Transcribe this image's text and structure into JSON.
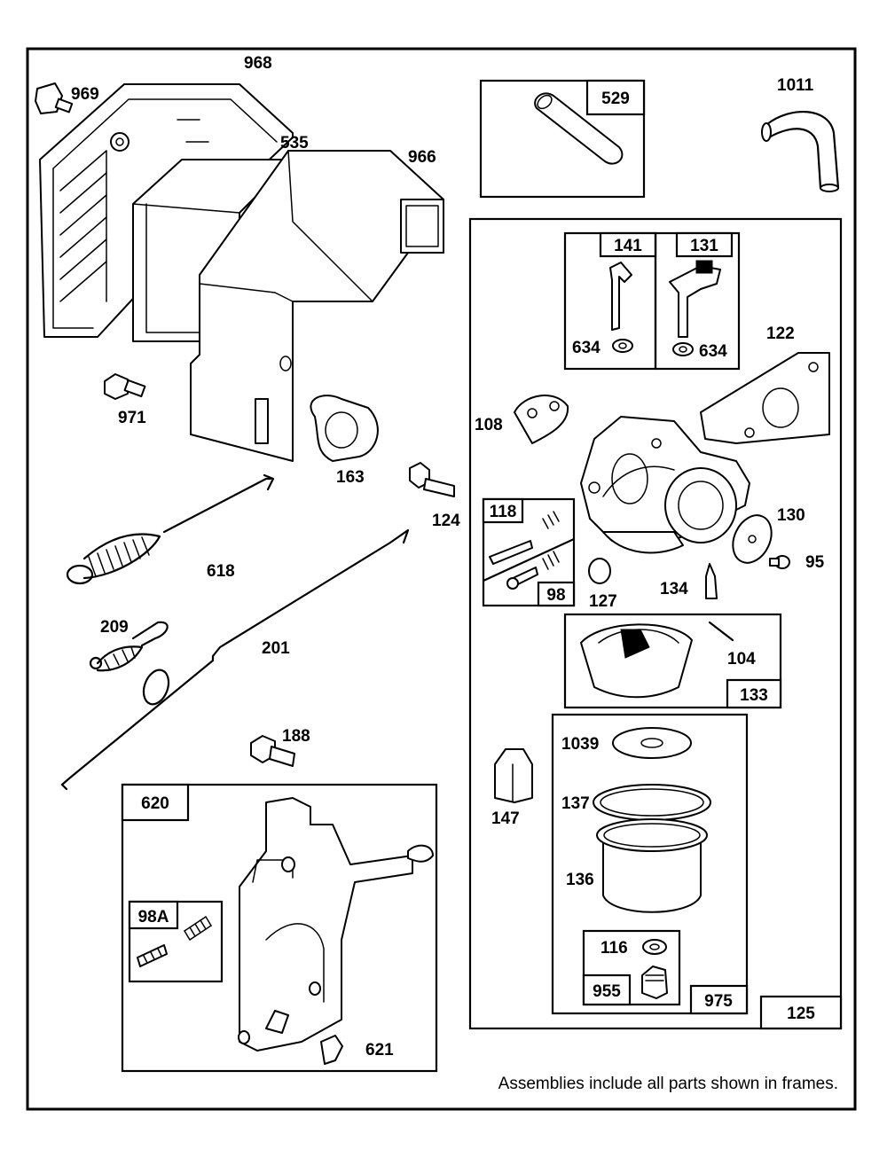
{
  "labels": {
    "p968": "968",
    "p969": "969",
    "p535": "535",
    "p966": "966",
    "p529": "529",
    "p1011": "1011",
    "p971": "971",
    "p163": "163",
    "p124": "124",
    "p618": "618",
    "p209": "209",
    "p201": "201",
    "p188": "188",
    "p620": "620",
    "p98a": "98A",
    "p621": "621",
    "p141": "141",
    "p131": "131",
    "p634a": "634",
    "p634b": "634",
    "p122": "122",
    "p108": "108",
    "p118": "118",
    "p98": "98",
    "p130": "130",
    "p95": "95",
    "p127": "127",
    "p134": "134",
    "p104": "104",
    "p133": "133",
    "p147": "147",
    "p1039": "1039",
    "p137": "137",
    "p136": "136",
    "p116": "116",
    "p955": "955",
    "p975": "975",
    "p125": "125"
  },
  "footnote": "Assemblies include all parts shown in frames."
}
